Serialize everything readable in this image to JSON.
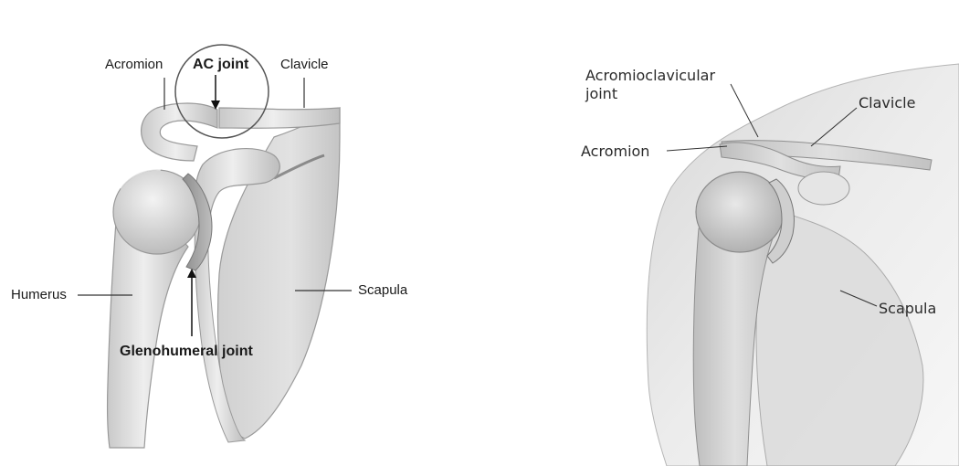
{
  "left_figure": {
    "labels": {
      "acromion": "Acromion",
      "ac_joint": "AC joint",
      "clavicle": "Clavicle",
      "humerus": "Humerus",
      "scapula": "Scapula",
      "glenohumeral_joint": "Glenohumeral joint"
    }
  },
  "right_figure": {
    "labels": {
      "acromioclavicular_line1": "Acromioclavicular",
      "acromioclavicular_line2": "joint",
      "clavicle": "Clavicle",
      "acromion": "Acromion",
      "scapula": "Scapula"
    }
  }
}
